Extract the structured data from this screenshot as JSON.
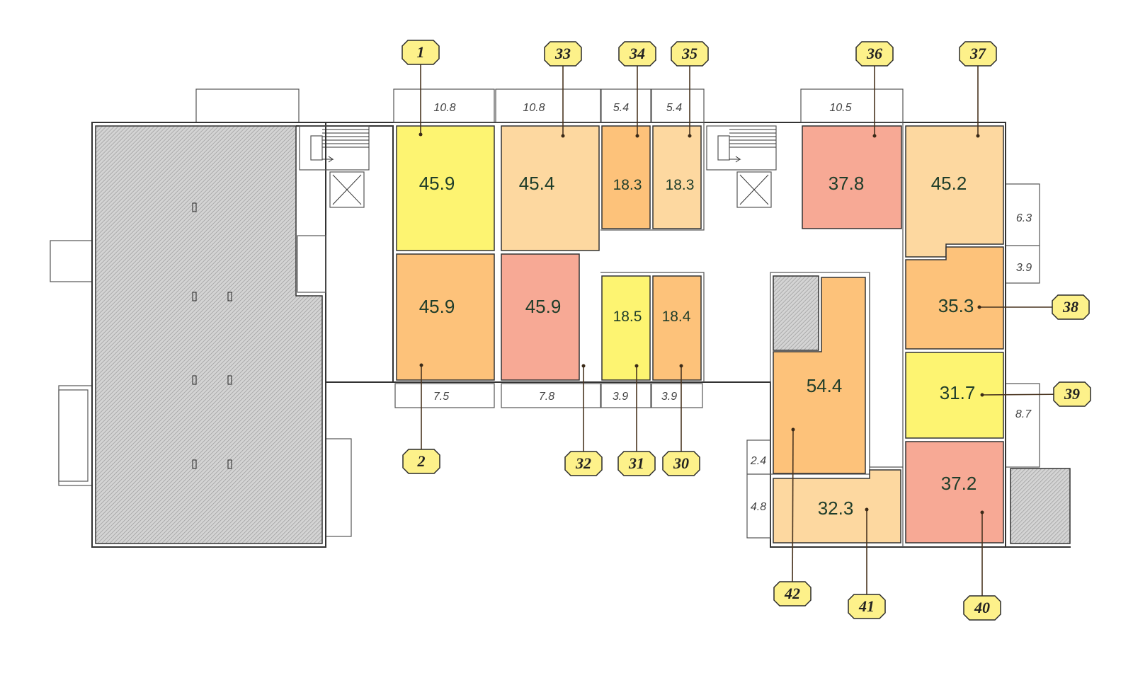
{
  "colors": {
    "yellow": "#fdf471",
    "peach_light": "#fdd8a0",
    "orange": "#fdc27a",
    "salmon": "#f7a995",
    "tag_fill": "#fdf18a",
    "hatched": "#cfcfcf"
  },
  "rooms": [
    {
      "id": "r1",
      "area": "45.9",
      "color": "yellow"
    },
    {
      "id": "r2",
      "area": "45.9",
      "color": "orange"
    },
    {
      "id": "r33",
      "area": "45.4",
      "color": "peach_light"
    },
    {
      "id": "r32",
      "area": "45.9",
      "color": "salmon"
    },
    {
      "id": "r34",
      "area": "18.3",
      "color": "orange"
    },
    {
      "id": "r35",
      "area": "18.3",
      "color": "peach_light"
    },
    {
      "id": "r31",
      "area": "18.5",
      "color": "yellow"
    },
    {
      "id": "r30",
      "area": "18.4",
      "color": "orange"
    },
    {
      "id": "r36",
      "area": "37.8",
      "color": "salmon"
    },
    {
      "id": "r37",
      "area": "45.2",
      "color": "peach_light"
    },
    {
      "id": "r38",
      "area": "35.3",
      "color": "orange"
    },
    {
      "id": "r39",
      "area": "31.7",
      "color": "yellow"
    },
    {
      "id": "r40",
      "area": "37.2",
      "color": "salmon"
    },
    {
      "id": "r42",
      "area": "54.4",
      "color": "orange"
    },
    {
      "id": "r41",
      "area": "32.3",
      "color": "peach_light"
    }
  ],
  "balconies": [
    "10.8",
    "10.8",
    "5.4",
    "5.4",
    "10.5",
    "7.5",
    "7.8",
    "3.9",
    "3.9",
    "6.3",
    "3.9",
    "8.7",
    "2.4",
    "4.8"
  ],
  "tags": [
    "1",
    "2",
    "33",
    "32",
    "34",
    "35",
    "31",
    "30",
    "36",
    "37",
    "38",
    "39",
    "40",
    "41",
    "42"
  ]
}
